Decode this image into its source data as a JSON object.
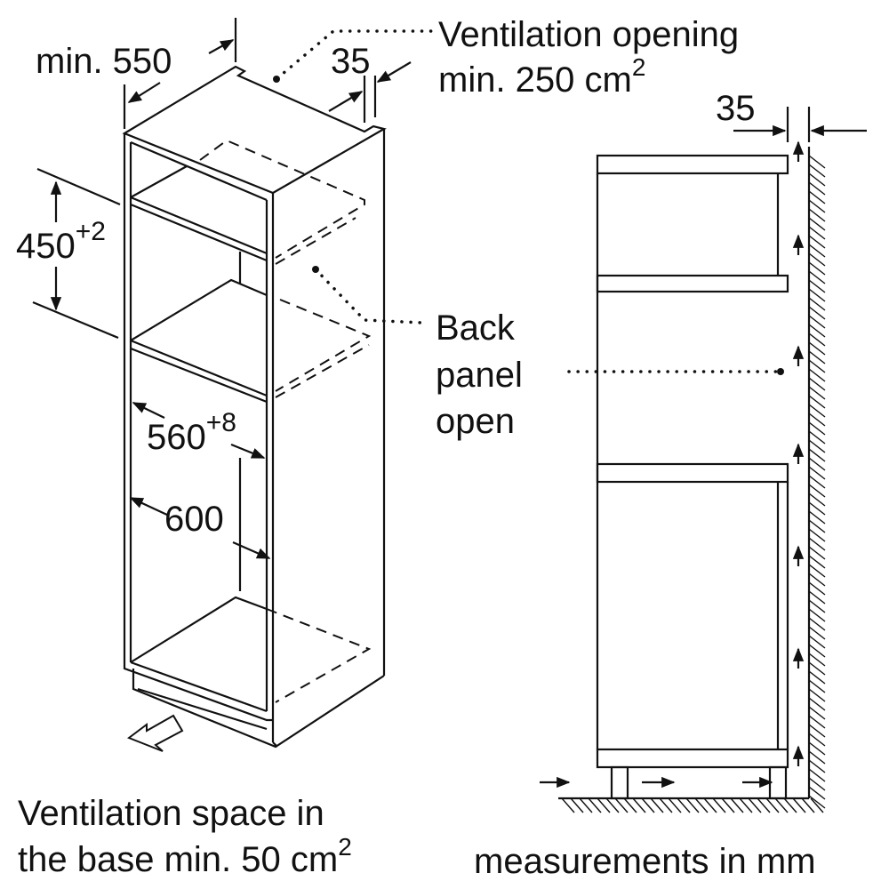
{
  "labels": {
    "depth_min": "min. 550",
    "gap_top": "35",
    "vent_opening_line1": "Ventilation opening",
    "vent_opening_line2": "min. 250 cm",
    "vent_opening_sup": "2",
    "gap_side": "35",
    "niche_height": "450",
    "niche_height_tol": "+2",
    "back_panel_line1": "Back",
    "back_panel_line2": "panel",
    "back_panel_line3": "open",
    "niche_width": "560",
    "niche_width_tol": "+8",
    "cabinet_width": "600",
    "vent_base_line1": "Ventilation space in",
    "vent_base_line2": "the base min. 50 cm",
    "vent_base_sup": "2",
    "units": "measurements in mm"
  }
}
